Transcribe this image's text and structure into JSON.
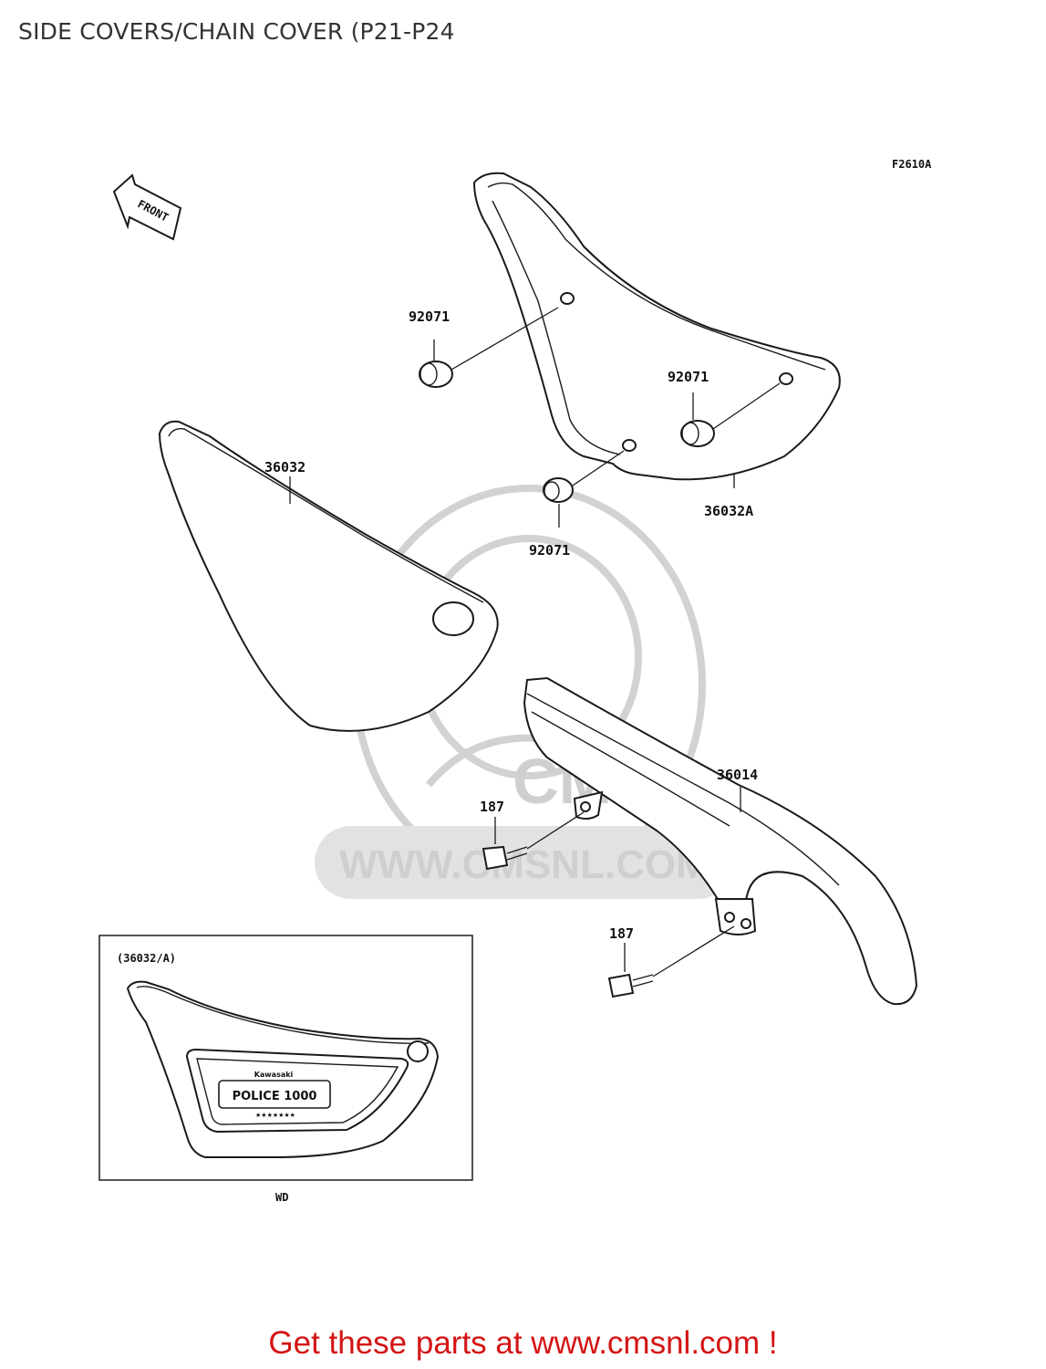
{
  "title": "SIDE COVERS/CHAIN COVER (P21-P24",
  "figure_code": "F2610A",
  "front_label": "FRONT",
  "parts": {
    "side_cover_left": "36032",
    "side_cover_right": "36032A",
    "grommet_1": "92071",
    "grommet_2": "92071",
    "grommet_3": "92071",
    "chain_cover": "36014",
    "bolt_1": "187",
    "bolt_2": "187"
  },
  "inset": {
    "label": "(36032/A)",
    "emblem_brand": "Kawasaki",
    "emblem_text": "POLICE 1000",
    "emblem_stars": "★★★★★★★",
    "variant": "WD"
  },
  "watermark": {
    "text": "WWW.CMSNL.COM",
    "logo": "CMS"
  },
  "call_to_action": "Get these parts at www.cmsnl.com !"
}
